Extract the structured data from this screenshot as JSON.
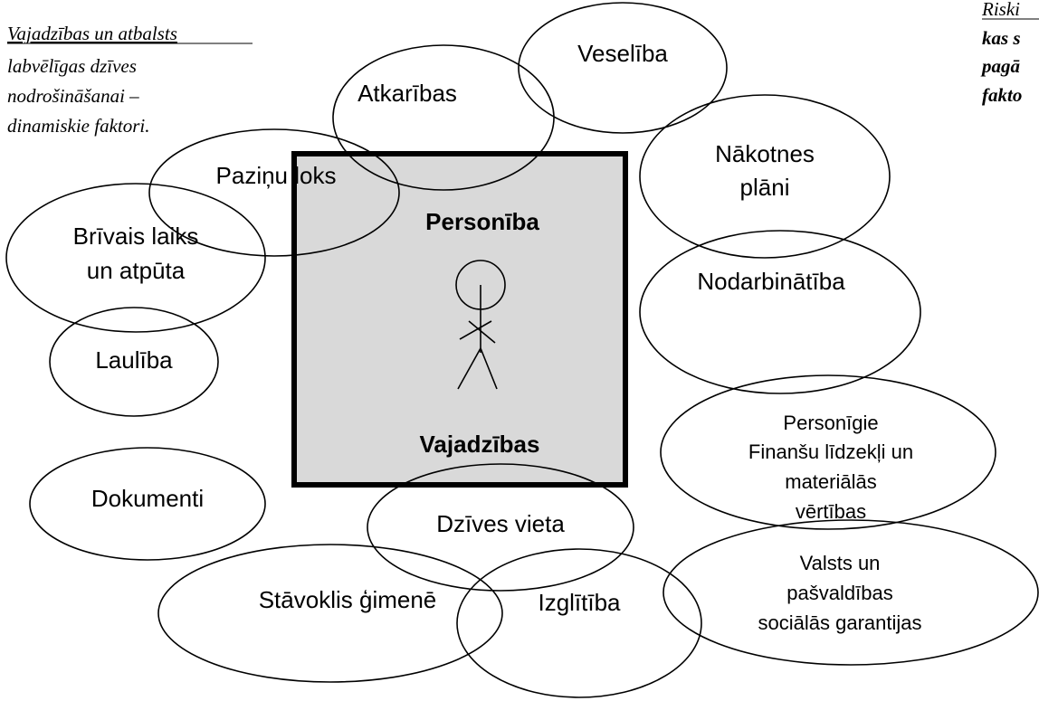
{
  "left_note": {
    "heading": "Vajadzības un atbalsts",
    "line1": "labvēlīgas dzīves",
    "line2": "nodrošināšanai –",
    "line3": "dinamiskie faktori."
  },
  "right_note": {
    "heading": "Riski",
    "line1": "kas s",
    "line2": "pagā",
    "line3": "fakto"
  },
  "center": {
    "title": "Personība",
    "subtitle": "Vajadzības"
  },
  "factors": {
    "veseliba": "Veselība",
    "atkaribas": "Atkarības",
    "pazinu_loks": "Paziņu loks",
    "nakotnes_plani_1": "Nākotnes",
    "nakotnes_plani_2": "plāni",
    "brivais_laiks_1": "Brīvais laiks",
    "brivais_laiks_2": "un atpūta",
    "nodarbinatiba": "Nodarbinātība",
    "lauliba": "Laulība",
    "finanses_1": "Personīgie",
    "finanses_2": "Finanšu līdzekļi un",
    "finanses_3": "materiālās",
    "finanses_4": "vērtības",
    "dokumenti": "Dokumenti",
    "dzives_vieta": "Dzīves vieta",
    "garantijas_1": "Valsts un",
    "garantijas_2": "pašvaldības",
    "garantijas_3": "sociālās garantijas",
    "stavoklis_gimene": "Stāvoklis ģimenē",
    "izglitiba": "Izglītība"
  }
}
